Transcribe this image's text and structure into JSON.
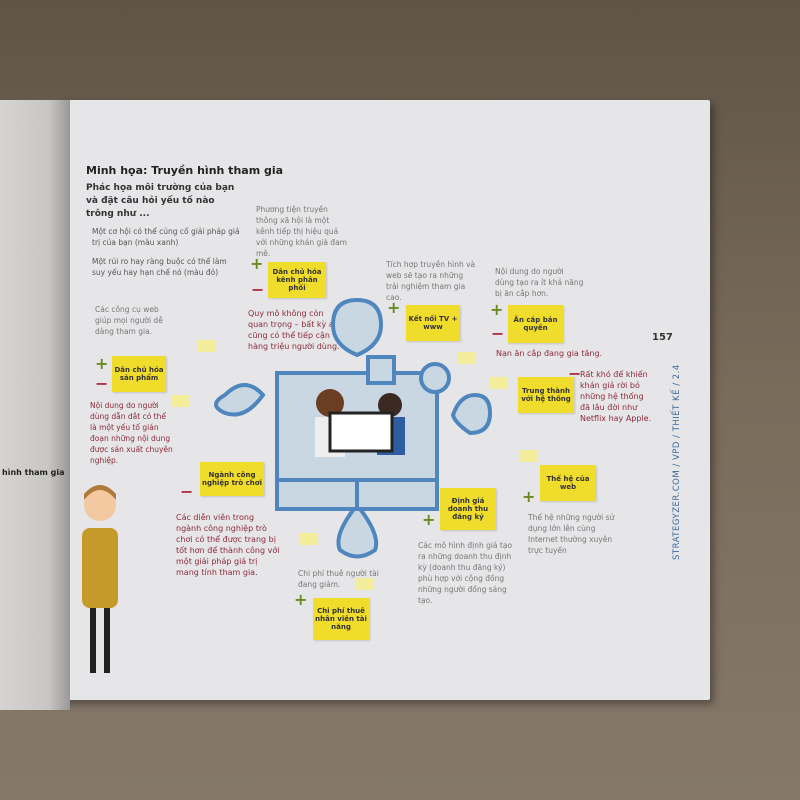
{
  "page": {
    "title": "Minh họa: Truyền hình tham gia",
    "subtitle": "Phác họa môi trường của bạn và đặt câu hỏi yếu tố nào trông như ...",
    "bullets": [
      "Một cơ hội có thể củng cố giải pháp giá trị của bạn (màu xanh)",
      "Một rủi ro hay ràng buộc có thể làm suy yếu hay hạn chế nó (màu đỏ)"
    ],
    "page_number": "157",
    "side_label": "STRATEGYZER.COM / VPD / THIẾT KẾ / 2.4",
    "left_page_heading": "hình tham gia"
  },
  "notes": {
    "social_media": "Phương tiện truyền thông xã hội là một kênh tiếp thị hiệu quả với những khán giả đam mê.",
    "distribution_sticky": "Dân chủ hóa kênh phân phối",
    "scale": "Quy mô không còn quan trọng – bất kỳ ai cũng có thể tiếp cận hàng triệu người dùng.",
    "tv_web": "Tích hợp truyền hình và web sẽ tạo ra những trải nghiệm tham gia cao.",
    "connect_sticky": "Kết nối TV + www",
    "ugc": "Nội dung do người dùng tạo ra ít khả năng bị ăn cắp hơn.",
    "piracy_sticky": "Ăn cắp bản quyền",
    "piracy_risk": "Nạn ăn cắp đang gia tăng.",
    "web_tools": "Các công cụ web giúp mọi người dễ dàng tham gia.",
    "product_sticky": "Dân chủ hóa sản phẩm",
    "user_content_risk": "Nội dung do người dùng dẫn dắt có thể là một yếu tố gián đoạn những nội dung được sản xuất chuyên nghiệp.",
    "loyalty_sticky": "Trung thành với hệ thống",
    "loyalty_risk": "Rất khó để khiến khán giả rời bỏ những hệ thống đã lâu đời như Netflix hay Apple.",
    "web_gen_sticky": "Thế hệ của web",
    "web_gen": "Thế hệ những người sử dụng lớn lên cùng Internet thường xuyên trực tuyến",
    "gaming_sticky": "Ngành công nghiệp trò chơi",
    "gaming_risk": "Các diễn viên trong ngành công nghiệp trò chơi có thể được trang bị tốt hơn để thành công với một giải pháp giá trị mang tính tham gia.",
    "talent_cost": "Chi phí thuê người tài đang giảm.",
    "talent_sticky": "Chi phí thuê nhân viên tài năng",
    "subscription_sticky": "Định giá doanh thu đăng ký",
    "subscription": "Các mô hình định giá tạo ra những doanh thu định kỳ (doanh thu đăng ký) phù hợp với cộng đồng những người đồng sáng tạo."
  },
  "signs": {
    "plus": "+",
    "minus": "−"
  },
  "colors": {
    "sticky": "#f0dc2a",
    "blue": "#4f86bd",
    "opportunity": "#6b8a1f",
    "risk": "#b03048"
  }
}
